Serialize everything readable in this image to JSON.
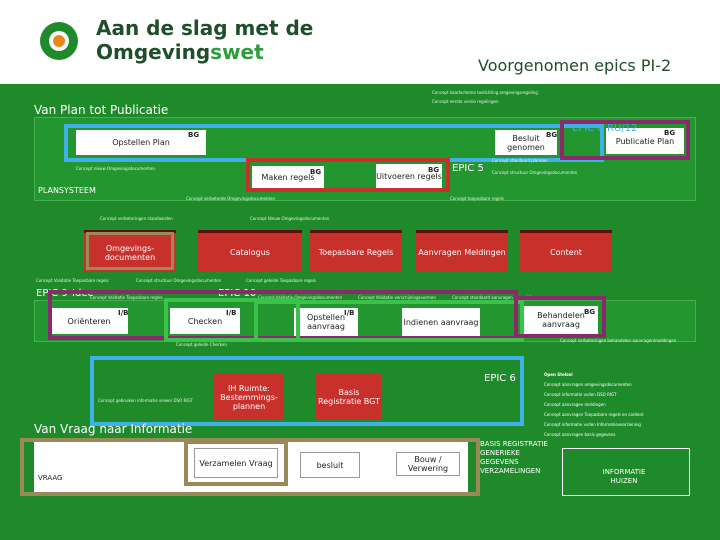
{
  "header": {
    "brand_line1": "Aan de slag met de",
    "brand_line2_a": "Omgeving",
    "brand_line2_b": "swet",
    "title": "Voorgenomen epics PI-2"
  },
  "top_notes": [
    "Concept kaartschema toelichting omgevingsregeling",
    "Concept eerste versie regelingen"
  ],
  "sections": {
    "plan": "Van Plan tot Publicatie",
    "vraag": "Van Vraag naar Informatie"
  },
  "plan_lane": {
    "opstellen_plan": "Opstellen Plan",
    "besluit_genomen": "Besluit genomen",
    "publicatie_plan": "Publicatie Plan",
    "maken_regels": "Maken regels",
    "uitvoeren_regels": "Uitvoeren regels",
    "plansysteem": "PLANSYSTEEM",
    "bg": "BG",
    "epic_6_ru": "EPIC 6 RU/12",
    "epic_5": "EPIC 5"
  },
  "plan_notes": [
    "Concept nieuw Omgevingsdocumenten",
    "Concept verbeterde Omgevingsdocumenten",
    "Concept standaard plannen",
    "Concept structuur Omgevingsdocumenten",
    "Concept toepasbare regels",
    "Concept verbeteringen standaarden"
  ],
  "middle": {
    "omgevingsdocumenten": "Omgevings-documenten",
    "catalogus": "Catalogus",
    "toepasbare_regels": "Toepasbare Regels",
    "aanvragen": "Aanvragen Meldingen",
    "content": "Content"
  },
  "middle_notes": [
    "Concept Nieuw Omgevingsdocumenten",
    "Concept Validatie Toepasbare regels",
    "Concept structuur Omgevingsdocumenten",
    "Concept geleide Toepasbare regels",
    "Concept Validatie Toepasbare regels",
    "Concept Validatie Omgevingsdocumenten",
    "Concept Validatie verschijningsvormen",
    "Concept standaard aanvragen en meldingen"
  ],
  "idee_lane": {
    "epic_9": "EPIC 9",
    "idee": "Idee",
    "epic_10": "EPIC 10",
    "orienteren": "Oriënteren",
    "checken": "Checken",
    "opstellen_aanvraag": "Opstellen aanvraag",
    "indienen_aanvraag": "Indienen aanvraag",
    "behandelen_aanvraag": "Behandelen aanvraag",
    "ib": "I/B",
    "bg": "BG",
    "note_bottom": "Concept geleide Checken",
    "note_right": "Concept verbeteringen behandelen aanvragen/meldingen"
  },
  "epic6": {
    "label": "EPIC 6",
    "ih_ruimte": "IH Ruimte: Bestemmings-plannen",
    "basis_registratie": "Basis Registratie BGT",
    "left_note": "Concept gebruiken informatie viewer DSO RIGT",
    "legend_title": "Open Stelsel",
    "legend_items": [
      "Concept aanvragen omgevingsdocumenten",
      "Concept informatie vullen DSO RIGT",
      "Concept aanvragen meldingen",
      "Concept aanvragen Toepasbare regels en content",
      "Concept informatie vullen Informatievoorziening",
      "Concept aanvragen basis gegevens"
    ]
  },
  "vraag_lane": {
    "vraag": "VRAAG",
    "verzamelen_vraag": "Verzamelen Vraag",
    "besluit": "besluit",
    "bouw_verwering": "Bouw / Verwering",
    "basis_registratie": "BASIS REGISTRATIE GENERIEKE GEGEVENS VERZAMELINGEN",
    "informatie_huizen": "INFORMATIE HUIZEN"
  },
  "colors": {
    "background": "#1f8a2a",
    "red_box": "#c8302c",
    "blue_highlight": "#3fb0e8",
    "purple_highlight": "#8a2a6c",
    "green_highlight": "#3ac24a",
    "brown_highlight": "#9a8a58"
  }
}
